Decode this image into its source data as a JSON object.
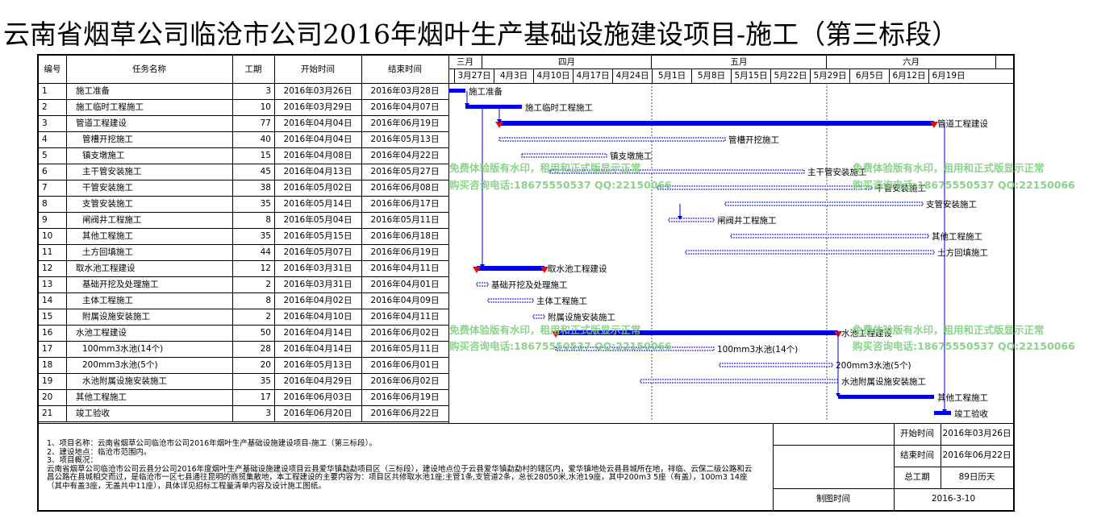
{
  "title": "云南省烟草公司临沧市公司2016年烟叶生产基础设施建设项目-施工（第三标段）",
  "columns": {
    "id": "编号",
    "name": "任务名称",
    "duration": "工期",
    "start": "开始时间",
    "end": "结束时间"
  },
  "timescale": {
    "months": [
      "三月",
      "四月",
      "五月",
      "六月"
    ],
    "weeks": [
      "3月27日",
      "4月3日",
      "4月10日",
      "4月17日",
      "4月24日",
      "5月1日",
      "5月8日",
      "5月15日",
      "5月22日",
      "5月29日",
      "6月5日",
      "6月12日",
      "6月19日"
    ]
  },
  "chart_data": {
    "type": "gantt",
    "tasks": [
      {
        "id": "1",
        "name": "施工准备",
        "duration": "3",
        "start": "2016年03月26日",
        "end": "2016年03月28日",
        "level": 0,
        "summary": false,
        "s": 0,
        "e": 3,
        "label": "施工准备"
      },
      {
        "id": "2",
        "name": "施工临时工程施工",
        "duration": "10",
        "start": "2016年03月29日",
        "end": "2016年04月07日",
        "level": 0,
        "summary": false,
        "s": 3,
        "e": 13,
        "label": "施工临时工程施工"
      },
      {
        "id": "3",
        "name": "管道工程建设",
        "duration": "77",
        "start": "2016年04月04日",
        "end": "2016年06月19日",
        "level": 0,
        "summary": true,
        "s": 9,
        "e": 86,
        "label": "管道工程建设"
      },
      {
        "id": "4",
        "name": "管槽开挖施工",
        "duration": "40",
        "start": "2016年04月04日",
        "end": "2016年05月13日",
        "level": 1,
        "summary": false,
        "s": 9,
        "e": 49,
        "label": "管槽开挖施工"
      },
      {
        "id": "5",
        "name": "镇支墩施工",
        "duration": "15",
        "start": "2016年04月08日",
        "end": "2016年04月22日",
        "level": 1,
        "summary": false,
        "s": 13,
        "e": 28,
        "label": "镇支墩施工"
      },
      {
        "id": "6",
        "name": "主干管安装施工",
        "duration": "45",
        "start": "2016年04月13日",
        "end": "2016年05月27日",
        "level": 1,
        "summary": false,
        "s": 18,
        "e": 63,
        "label": "主干管安装施工"
      },
      {
        "id": "7",
        "name": "干管安装施工",
        "duration": "38",
        "start": "2016年05月02日",
        "end": "2016年06月08日",
        "level": 1,
        "summary": false,
        "s": 37,
        "e": 75,
        "label": "干管安装施工"
      },
      {
        "id": "8",
        "name": "支管安装施工",
        "duration": "35",
        "start": "2016年05月14日",
        "end": "2016年06月17日",
        "level": 1,
        "summary": false,
        "s": 49,
        "e": 84,
        "label": "支管安装施工"
      },
      {
        "id": "9",
        "name": "闸阀井工程施工",
        "duration": "8",
        "start": "2016年05月04日",
        "end": "2016年05月11日",
        "level": 1,
        "summary": false,
        "s": 39,
        "e": 47,
        "label": "闸阀井工程施工"
      },
      {
        "id": "10",
        "name": "其他工程施工",
        "duration": "35",
        "start": "2016年05月15日",
        "end": "2016年06月18日",
        "level": 1,
        "summary": false,
        "s": 50,
        "e": 85,
        "label": "其他工程施工"
      },
      {
        "id": "11",
        "name": "土方回填施工",
        "duration": "44",
        "start": "2016年05月07日",
        "end": "2016年06月19日",
        "level": 1,
        "summary": false,
        "s": 42,
        "e": 86,
        "label": "土方回填施工"
      },
      {
        "id": "12",
        "name": "取水池工程建设",
        "duration": "12",
        "start": "2016年03月31日",
        "end": "2016年04月11日",
        "level": 0,
        "summary": true,
        "s": 5,
        "e": 17,
        "label": "取水池工程建设"
      },
      {
        "id": "13",
        "name": "基础开挖及处理施工",
        "duration": "2",
        "start": "2016年03月31日",
        "end": "2016年04月01日",
        "level": 1,
        "summary": false,
        "s": 5,
        "e": 7,
        "label": "基础开挖及处理施工"
      },
      {
        "id": "14",
        "name": "主体工程施工",
        "duration": "8",
        "start": "2016年04月02日",
        "end": "2016年04月09日",
        "level": 1,
        "summary": false,
        "s": 7,
        "e": 15,
        "label": "主体工程施工"
      },
      {
        "id": "15",
        "name": "附属设施安装施工",
        "duration": "2",
        "start": "2016年04月10日",
        "end": "2016年04月11日",
        "level": 1,
        "summary": false,
        "s": 15,
        "e": 17,
        "label": "附属设施安装施工"
      },
      {
        "id": "16",
        "name": "水池工程建设",
        "duration": "50",
        "start": "2016年04月14日",
        "end": "2016年06月02日",
        "level": 0,
        "summary": true,
        "s": 19,
        "e": 69,
        "label": "水池工程建设"
      },
      {
        "id": "17",
        "name": "100mm3水池(14个)",
        "duration": "28",
        "start": "2016年04月14日",
        "end": "2016年05月11日",
        "level": 1,
        "summary": false,
        "s": 19,
        "e": 47,
        "label": "100mm3水池(14个)"
      },
      {
        "id": "18",
        "name": "200mm3水池(5个)",
        "duration": "20",
        "start": "2016年05月13日",
        "end": "2016年06月01日",
        "level": 1,
        "summary": false,
        "s": 48,
        "e": 68,
        "label": "200mm3水池(5个)"
      },
      {
        "id": "19",
        "name": "水池附属设施安装施工",
        "duration": "35",
        "start": "2016年04月29日",
        "end": "2016年06月02日",
        "level": 1,
        "summary": false,
        "s": 34,
        "e": 69,
        "label": "水池附属设施安装施工"
      },
      {
        "id": "20",
        "name": "其他工程施工",
        "duration": "17",
        "start": "2016年06月03日",
        "end": "2016年06月19日",
        "level": 0,
        "summary": false,
        "solid": true,
        "s": 69,
        "e": 86,
        "label": "其他工程施工"
      },
      {
        "id": "21",
        "name": "竣工验收",
        "duration": "3",
        "start": "2016年06月20日",
        "end": "2016年06月22日",
        "level": 0,
        "summary": false,
        "solid": true,
        "s": 86,
        "e": 89,
        "label": "竣工验收"
      }
    ]
  },
  "notes": {
    "line1": "1、项目名称：云南省烟草公司临沧市公司2016年烟叶生产基础设施建设项目-施工（第三标段）。",
    "line2": "2、建设地点：临沧市范围内。",
    "line3": "3、项目概况：",
    "line4": "云南省烟草公司临沧市公司云县分公司2016年度烟叶生产基础设施建设项目云县爱华镇勐勐项目区（三标段），建设地点位于云县爱华镇勐勐村的辖区内，爱华镇地处云县县城所在地，祥临、云保二级公路和云昌公路在县城相交而过，是临沧市一区七县通往昆明的商贸集散地，本工程建设的主要内容为：项目区共修取水池1座;主管1条,支管道2条，总长28050米,水池19座，其中200m3 5座（有盖），100m3 14座（其中有盖3座，无盖共中11座），具体详见招标工程量清单内容及设计施工图纸。"
  },
  "info": {
    "start_label": "开始时间",
    "start_value": "2016年03月26日",
    "end_label": "结束时间",
    "end_value": "2016年06月22日",
    "total_label": "总工期",
    "total_value": "89日历天",
    "draw_label": "制图时间",
    "draw_value": "2016-3-10"
  },
  "watermark": {
    "line1": "免费体验版有水印，租用和正式版显示正常",
    "line2": "购买咨询电话:18675550537 QQ:22150066"
  }
}
